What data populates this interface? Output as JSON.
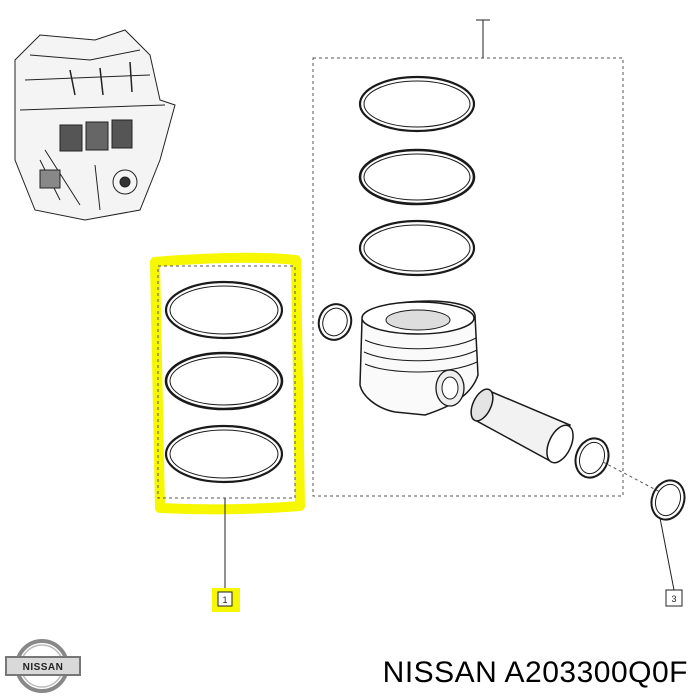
{
  "diagram": {
    "callouts": [
      {
        "id": "1",
        "label": "1"
      },
      {
        "id": "2",
        "label": ""
      },
      {
        "id": "3",
        "label": "3"
      }
    ],
    "ring_set_count": 3
  },
  "brand": {
    "logo_text": "NISSAN",
    "part_number_text": "NISSAN A203300Q0F"
  },
  "colors": {
    "highlight": "#f7f700",
    "line": "#1a1a1a",
    "dashed": "#555555"
  }
}
